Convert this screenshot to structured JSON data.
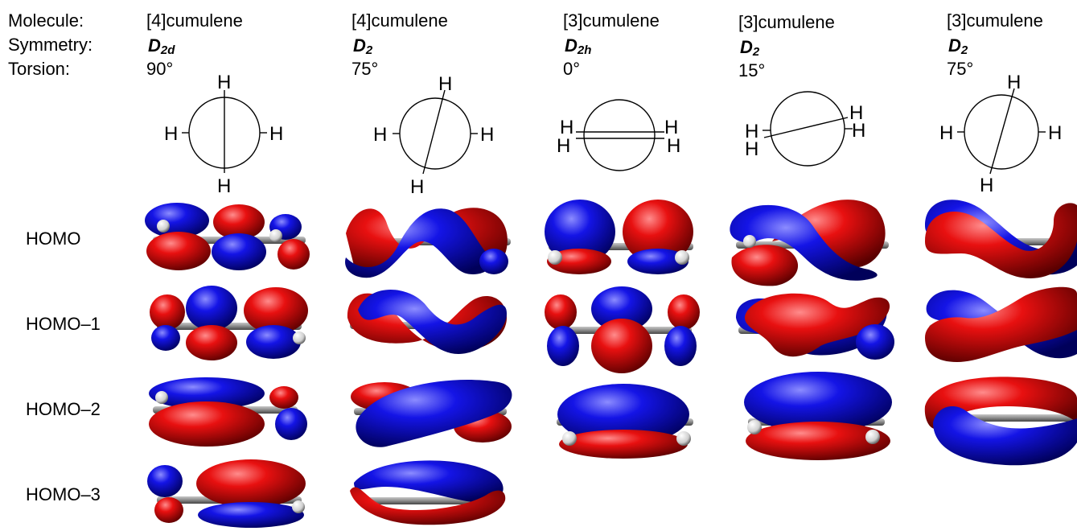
{
  "row_labels": {
    "molecule": "Molecule:",
    "symmetry": "Symmetry:",
    "torsion": "Torsion:"
  },
  "columns": [
    {
      "molecule": "[4]cumulene",
      "sym_main": "D",
      "sym_sub": "2d",
      "torsion": "90°"
    },
    {
      "molecule": "[4]cumulene",
      "sym_main": "D",
      "sym_sub": "2",
      "torsion": "75°"
    },
    {
      "molecule": "[3]cumulene",
      "sym_main": "D",
      "sym_sub": "2h",
      "torsion": "0°"
    },
    {
      "molecule": "[3]cumulene",
      "sym_main": "D",
      "sym_sub": "2",
      "torsion": "15°"
    },
    {
      "molecule": "[3]cumulene",
      "sym_main": "D",
      "sym_sub": "2",
      "torsion": "75°"
    }
  ],
  "newman_atom": "H",
  "orbitals": [
    "HOMO",
    "HOMO–1",
    "HOMO–2",
    "HOMO–3"
  ],
  "colors": {
    "positive_lobe": "#d40000",
    "negative_lobe": "#0a0ad0",
    "atom": "#e6e6e6",
    "bond": "#777777"
  }
}
